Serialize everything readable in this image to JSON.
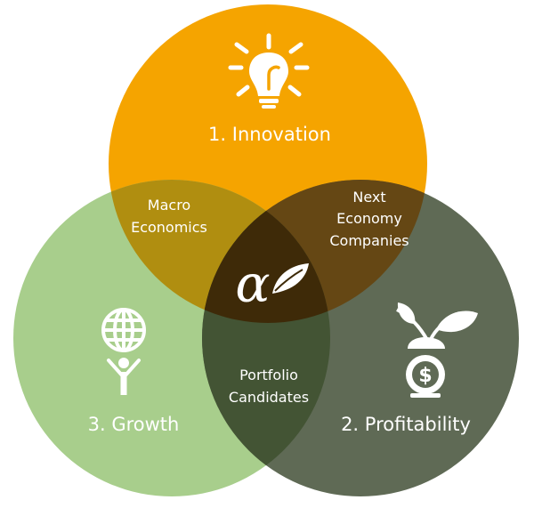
{
  "circles": {
    "innovation": {
      "label": "1. Innovation",
      "color": "#F5A400"
    },
    "profitability": {
      "label": "2. Profitability",
      "color": "#5F6A55"
    },
    "growth": {
      "label": "3. Growth",
      "color": "#A8CE8C"
    }
  },
  "overlaps": {
    "innovation_growth": {
      "line1": "Macro",
      "line2": "Economics",
      "color": "#B08E10"
    },
    "innovation_profitability": {
      "line1": "Next",
      "line2": "Economy",
      "line3": "Companies",
      "color": "#654714"
    },
    "growth_profitability": {
      "line1": "Portfolio",
      "line2": "Candidates",
      "color": "#435434"
    },
    "center": {
      "color": "#3E2A08",
      "symbol": "α"
    }
  },
  "icons": {
    "innovation": "lightbulb-icon",
    "growth": "globe-person-icon",
    "profitability": "sprout-coin-icon",
    "center": "alpha-leaf-logo-icon"
  }
}
